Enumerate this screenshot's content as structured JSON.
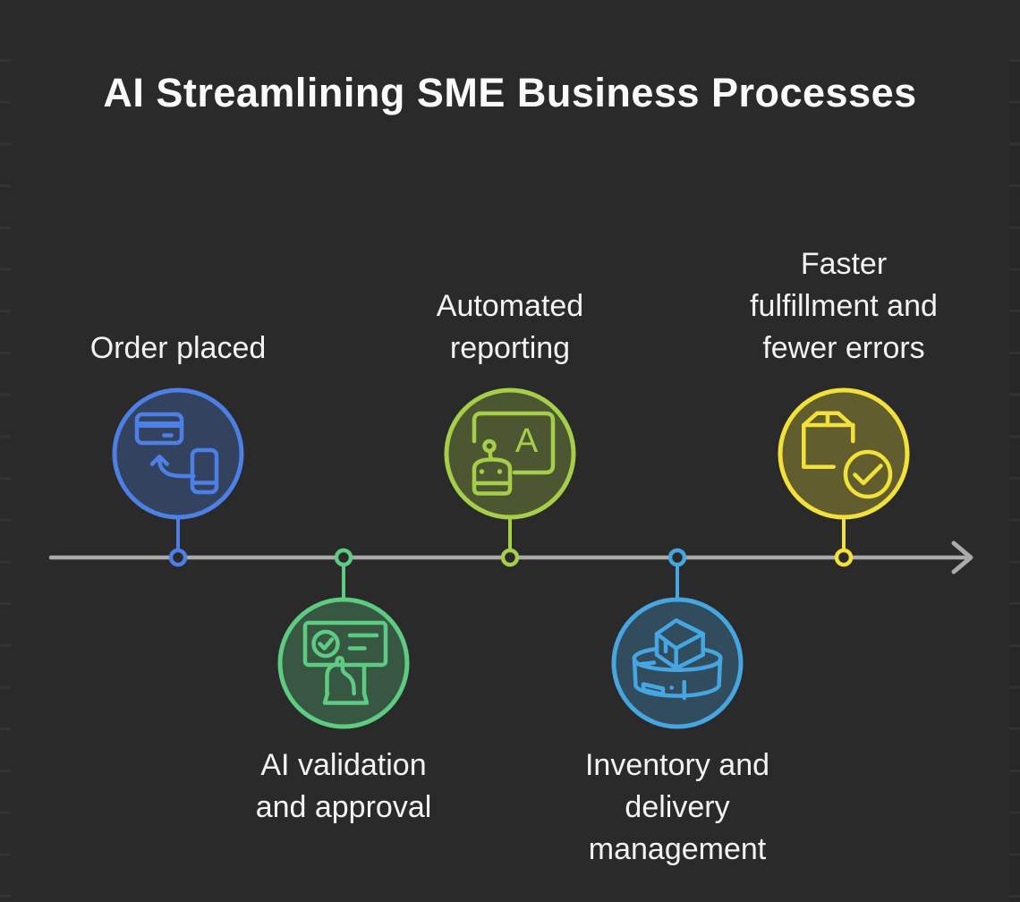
{
  "title": "AI Streamlining SME Business Processes",
  "diagram": {
    "type": "process-timeline",
    "direction": "left-to-right",
    "background": "#2a2a2a",
    "axis_color": "#aaaaaa",
    "text_color": "#f3f3f3",
    "steps": [
      {
        "label": "Order placed",
        "color": "#4d80e6",
        "icon": "card-phone-sync-icon",
        "side": "above"
      },
      {
        "label": "AI validation\nand approval",
        "color": "#5dcb82",
        "icon": "approval-presentation-hand-icon",
        "side": "below"
      },
      {
        "label": "Automated\nreporting",
        "color": "#a6ce48",
        "icon": "robot-report-board-icon",
        "icon_letter": "A",
        "side": "above"
      },
      {
        "label": "Inventory and\ndelivery\nmanagement",
        "color": "#45a6e2",
        "icon": "package-on-platform-icon",
        "side": "below"
      },
      {
        "label": "Faster\nfulfillment and\nfewer errors",
        "color": "#f2e139",
        "icon": "package-check-icon",
        "side": "above"
      }
    ]
  }
}
